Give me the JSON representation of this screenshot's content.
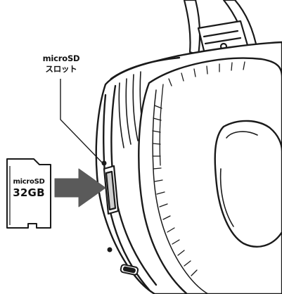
{
  "callout": {
    "line1": "microSD",
    "line2": "スロット"
  },
  "card": {
    "line1": "microSD",
    "line2": "32GB"
  },
  "arrow_color": "#5a5a5a",
  "line_color": "#1a1a1a",
  "fill_color": "#ffffff",
  "icons": [
    "microsd-card-icon",
    "insert-arrow-icon",
    "headphone-earcup-illustration"
  ]
}
